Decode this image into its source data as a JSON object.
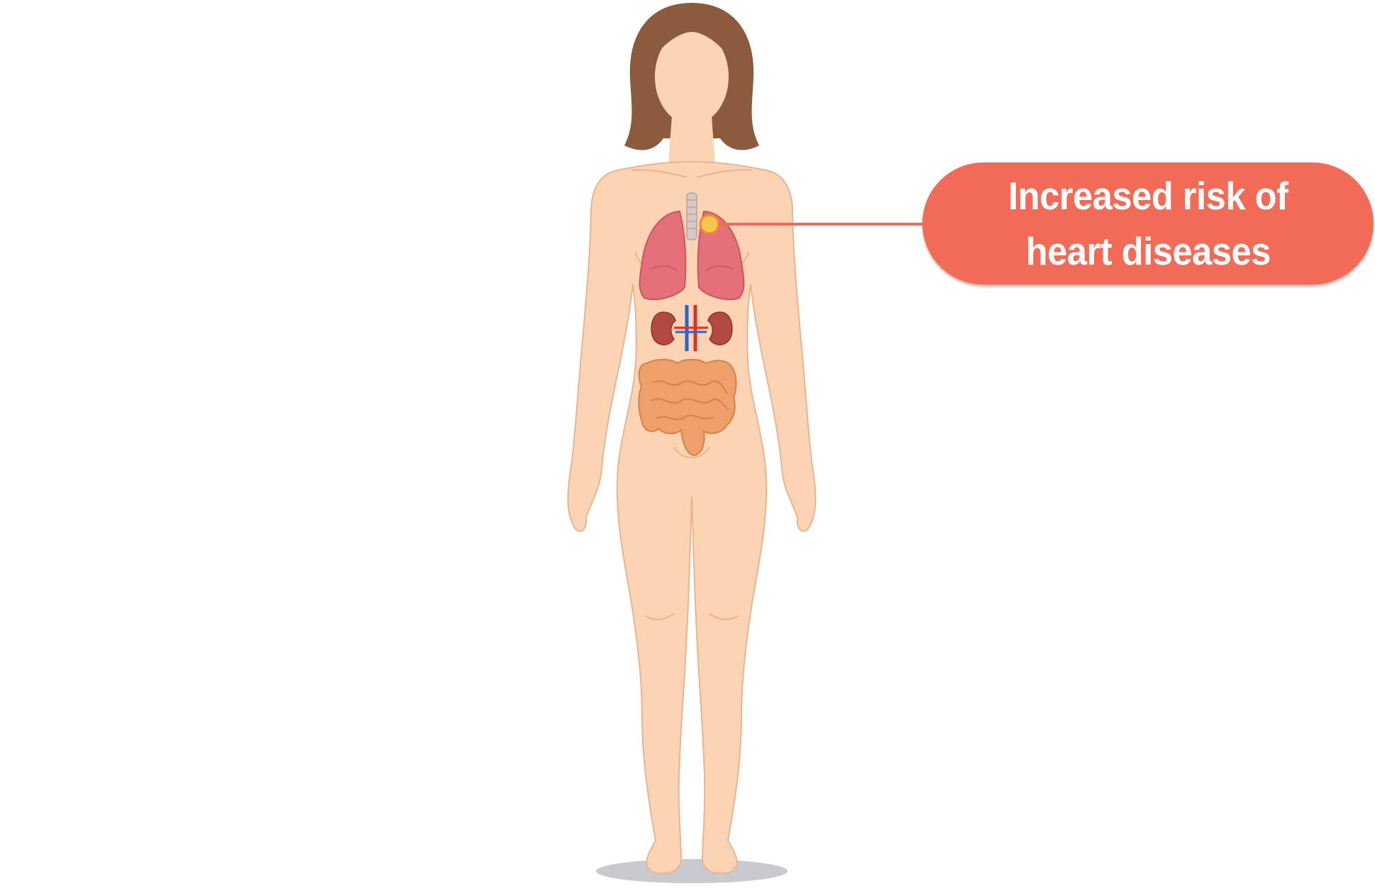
{
  "callout": {
    "line1": "Increased risk of",
    "line2": "heart diseases"
  },
  "colors": {
    "callout": "#f26b57",
    "skin": "#fcd3b3",
    "skin_outline": "#e8b592",
    "hair": "#8c5b3e",
    "lungs": "#e4707a",
    "heart_marker": "#f5b33a",
    "intestines": "#efa06a",
    "kidneys": "#b34a3f",
    "shadow": "#c9c9d0"
  },
  "icons": [
    "human-body-figure",
    "lungs-icon",
    "heart-marker-icon",
    "kidneys-icon",
    "intestines-icon"
  ]
}
